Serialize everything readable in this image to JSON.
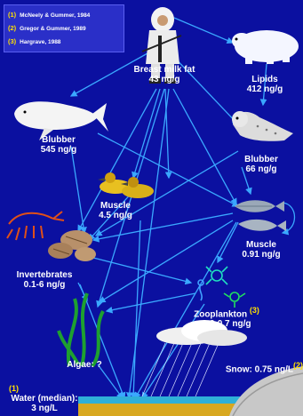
{
  "legend": [
    {
      "num": "(1)",
      "text": "McNeely & Gummer, 1984"
    },
    {
      "num": "(2)",
      "text": "Gregor & Gummer, 1989"
    },
    {
      "num": "(3)",
      "text": "Hargrave, 1988"
    }
  ],
  "nodes": {
    "breast_milk": {
      "name": "Breast milk fat",
      "value": "43 ng/g"
    },
    "lipids": {
      "name": "Lipids",
      "value": "412 ng/g"
    },
    "blubber_whale": {
      "name": "Blubber",
      "value": "545 ng/g"
    },
    "blubber_seal": {
      "name": "Blubber",
      "value": "66 ng/g"
    },
    "muscle_duck": {
      "name": "Muscle",
      "value": "4.5 ng/g"
    },
    "muscle_fish": {
      "name": "Muscle",
      "value": "0.91 ng/g"
    },
    "invertebrates": {
      "name": "Invertebrates",
      "value": "0.1-6 ng/g"
    },
    "zooplankton": {
      "name": "Zooplankton",
      "ref": "(3)",
      "value": "0.2-0.7 ng/g"
    },
    "algae": {
      "name": "Algae: ?"
    },
    "snow": {
      "name": "Snow: 0.75 ng/L",
      "ref": "(2)"
    },
    "water": {
      "ref": "(1)",
      "name": "Water (median):",
      "value": "3 ng/L"
    }
  },
  "colors": {
    "background": "#0b10a0",
    "arrow": "#3aa8ff",
    "reference": "#ffe000",
    "text": "#ffffff"
  },
  "icons": [
    "inuit-person-icon",
    "polar-bear-icon",
    "beluga-whale-icon",
    "seal-icon",
    "ducks-icon",
    "fish-icon",
    "shrimp-icon",
    "clams-icon",
    "zooplankton-icon",
    "algae-icon",
    "snow-cloud-icon",
    "water-ice-icon"
  ]
}
